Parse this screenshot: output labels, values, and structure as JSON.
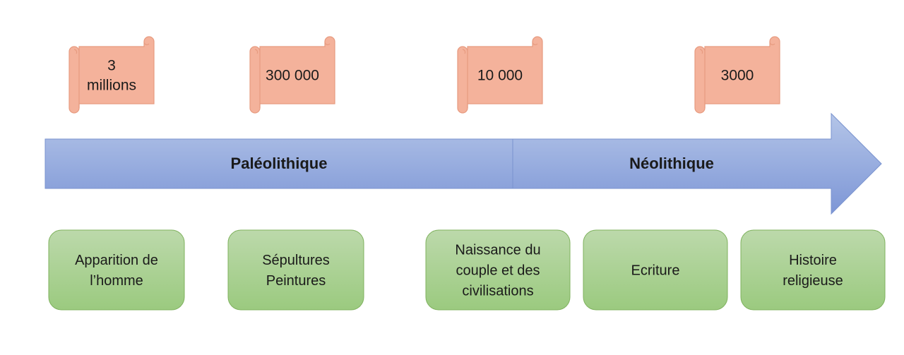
{
  "colors": {
    "scroll_fill": "#f4b29b",
    "scroll_stroke": "#e79b80",
    "arrow_fill_top": "#b4c5e8",
    "arrow_fill_bottom": "#7d96d6",
    "arrow_stroke": "#7a93cf",
    "event_fill_top": "#b9d7a8",
    "event_fill_bottom": "#9ccb80",
    "event_stroke": "#7fb25e"
  },
  "dates": [
    {
      "lines": [
        "3",
        "millions"
      ],
      "icon": "scroll-icon"
    },
    {
      "lines": [
        "300 000"
      ],
      "icon": "scroll-icon"
    },
    {
      "lines": [
        "10 000"
      ],
      "icon": "scroll-icon"
    },
    {
      "lines": [
        "3000"
      ],
      "icon": "scroll-icon"
    }
  ],
  "periods": [
    {
      "label": "Paléolithique"
    },
    {
      "label": "Néolithique"
    }
  ],
  "events": [
    {
      "lines": [
        "Apparition de",
        "l’homme"
      ]
    },
    {
      "lines": [
        "Sépultures",
        "Peintures"
      ]
    },
    {
      "lines": [
        "Naissance du",
        "couple et des",
        "civilisations"
      ]
    },
    {
      "lines": [
        "Ecriture"
      ]
    },
    {
      "lines": [
        "Histoire",
        "religieuse"
      ]
    }
  ]
}
